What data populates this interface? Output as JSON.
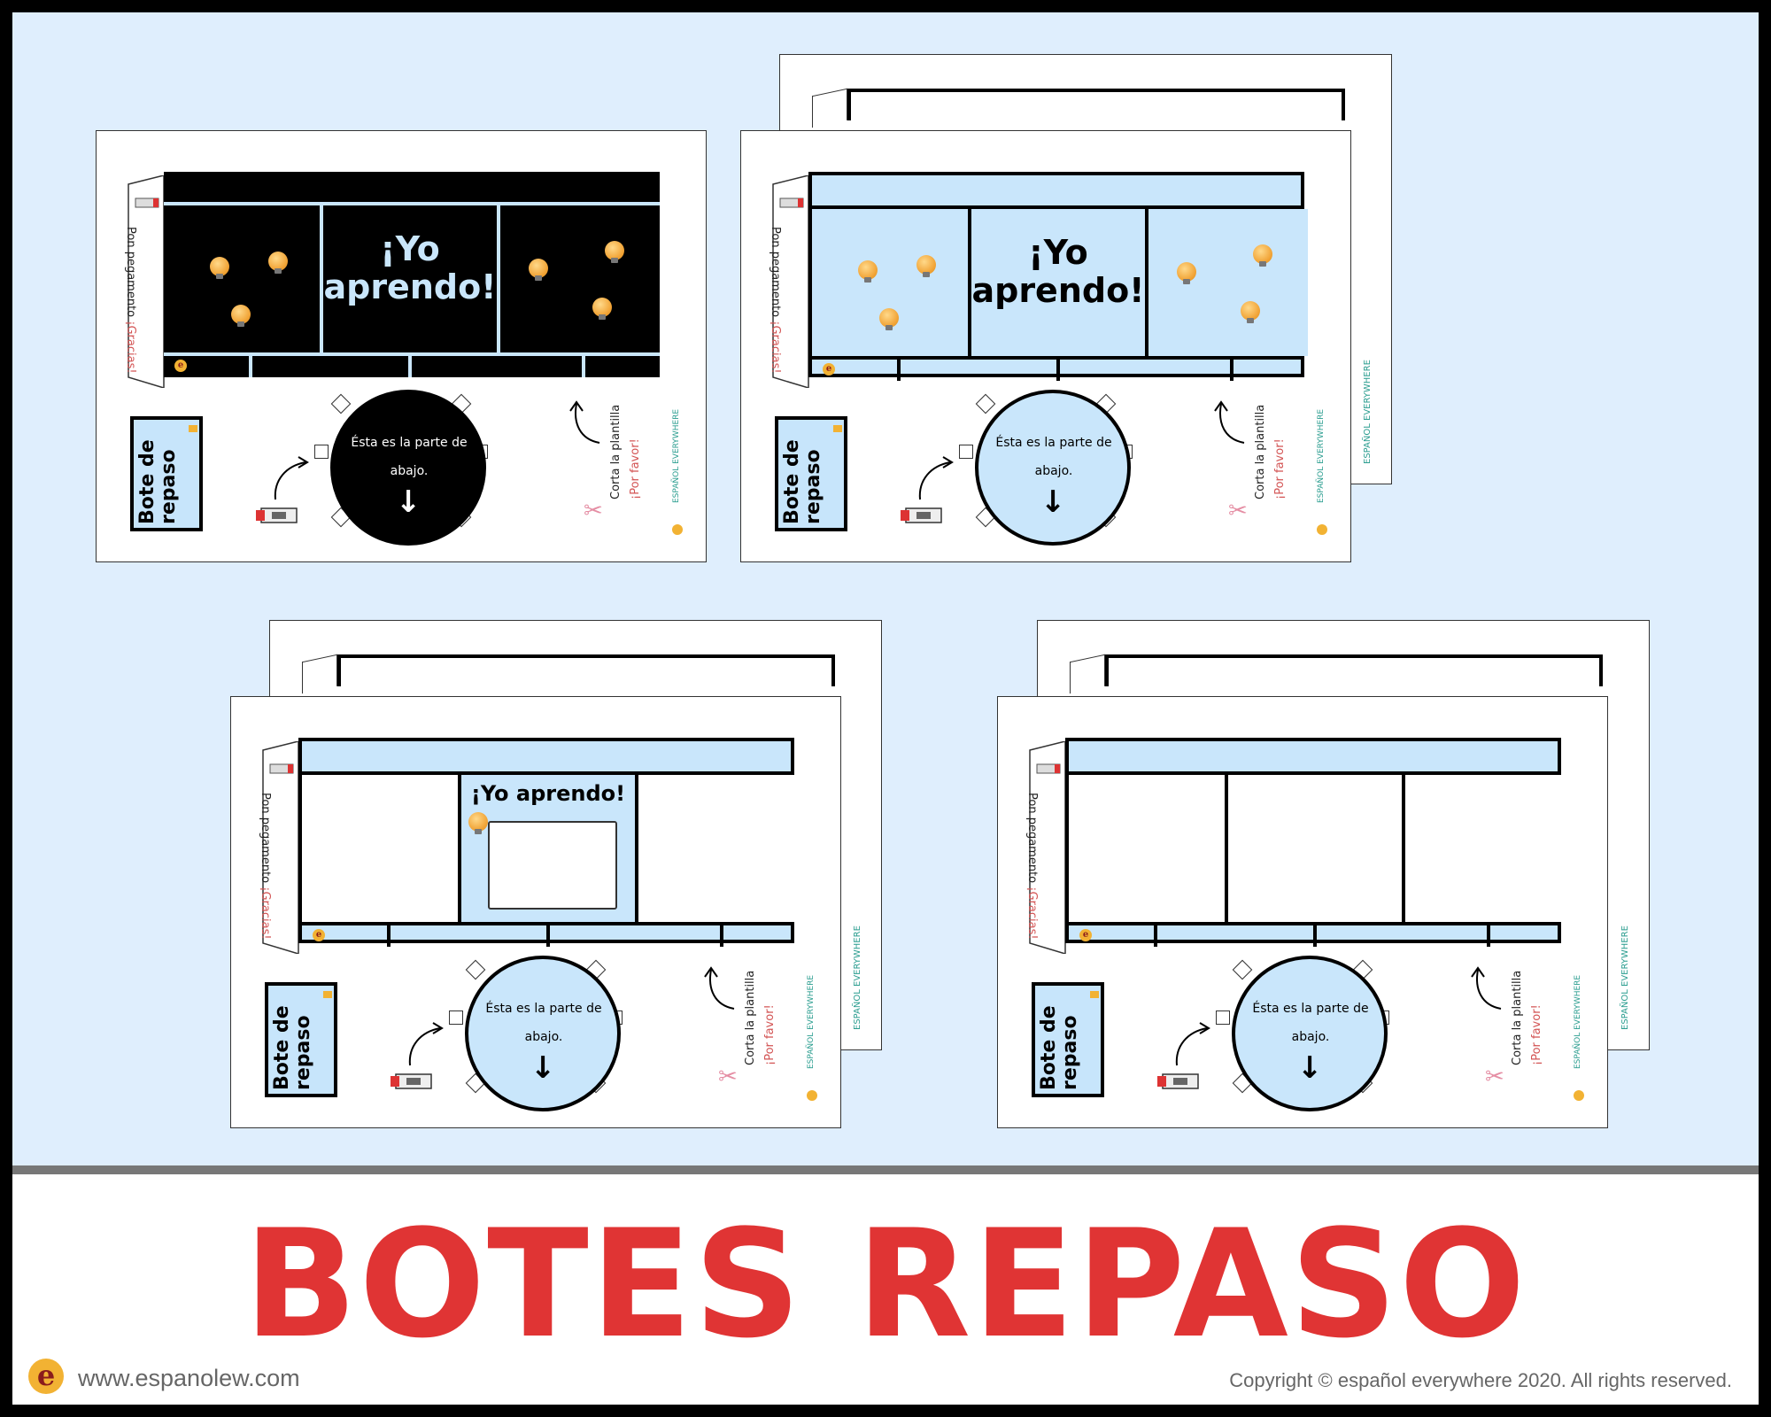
{
  "footer": {
    "title": "BOTES REPASO",
    "url": "www.espanolew.com",
    "copyright": "Copyright © español everywhere 2020. All rights reserved.",
    "logo_letter": "e"
  },
  "template": {
    "glue_text": "Pon pegamento ",
    "thanks_text": "¡Gracias!",
    "label_text": "Bote de repaso",
    "cut_text": "Corta la plantilla",
    "please_text": "¡Por favor!",
    "brand_text": "ESPAÑOL EVERYWHERE",
    "arrow_down": "↓",
    "scissors_icon": "✂"
  },
  "sheets": [
    {
      "variant": "black",
      "title": "¡Yo aprendo!",
      "lid_text": "Ésta es la parte de abajo.",
      "colors": {
        "band": "#000000",
        "title": "#c9e6fb",
        "lid": "#000000",
        "lid_text": "#ffffff"
      }
    },
    {
      "variant": "blue",
      "title": "¡Yo aprendo!",
      "lid_text": "Ésta es la parte de abajo.",
      "colors": {
        "band": "#c9e6fb",
        "title": "#000000",
        "lid": "#c9e6fb",
        "lid_text": "#000000"
      }
    },
    {
      "variant": "photo",
      "title": "¡Yo aprendo!",
      "lid_text": "Ésta es la parte de abajo.",
      "colors": {
        "band": "#c9e6fb",
        "title": "#000000",
        "lid": "#c9e6fb",
        "lid_text": "#000000"
      }
    },
    {
      "variant": "blank",
      "title": "",
      "lid_text": "Ésta es la parte de abajo.",
      "colors": {
        "band": "#c9e6fb",
        "title": "#000000",
        "lid": "#c9e6fb",
        "lid_text": "#000000"
      }
    }
  ]
}
